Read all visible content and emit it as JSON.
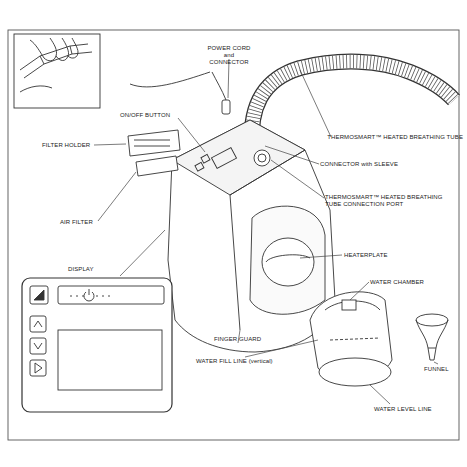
{
  "diagram": {
    "labels": [
      "POWER CORD and CONNECTOR",
      "ON/OFF BUTTON",
      "FILTER HOLDER",
      "AIR FILTER",
      "THERMOSMART™ HEATED BREATHING TUBE",
      "CONNECTOR with SLEEVE",
      "THERMOSMART™ HEATED BREATHING TUBE CONNECTION PORT",
      "HEATERPLATE",
      "WATER CHAMBER",
      "FUNNEL",
      "DISPLAY",
      "FINGER GUARD",
      "WATER FILL LINE (vertical)",
      "WATER LEVEL LINE"
    ]
  }
}
